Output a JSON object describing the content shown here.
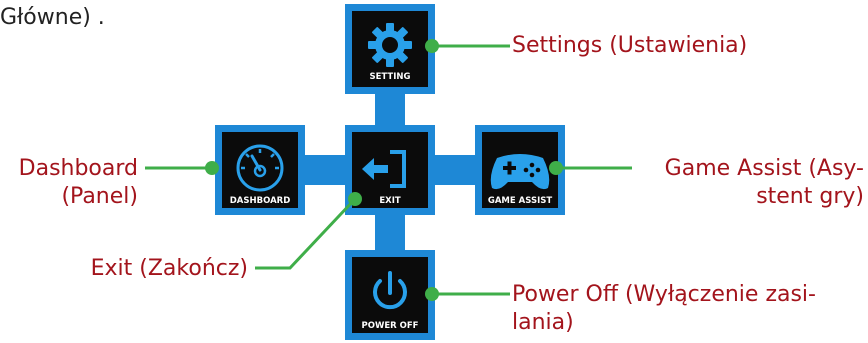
{
  "top_fragment": "Główne) .",
  "colors": {
    "cross": "#1e88d6",
    "tile_bg": "#0b0b0b",
    "icon": "#29a0ea",
    "leader_line": "#3fae49",
    "callout_text": "#a3141c"
  },
  "menu": {
    "setting": {
      "label": "SETTING",
      "icon": "gear-icon"
    },
    "dashboard": {
      "label": "DASHBOARD",
      "icon": "speedometer-icon"
    },
    "exit": {
      "label": "EXIT",
      "icon": "exit-door-icon"
    },
    "game_assist": {
      "label": "GAME ASSIST",
      "icon": "gamepad-icon"
    },
    "power_off": {
      "label": "POWER OFF",
      "icon": "power-icon"
    }
  },
  "callouts": {
    "settings": "Settings (Ustawienia)",
    "dashboard_line1": "Dashboard",
    "dashboard_line2": "(Panel)",
    "game_assist_line1": "Game Assist (Asy-",
    "game_assist_line2": "stent gry)",
    "exit": "Exit (Zakończ)",
    "power_off_line1": "Power Off (Wyłączenie zasi-",
    "power_off_line2": "lania)"
  }
}
